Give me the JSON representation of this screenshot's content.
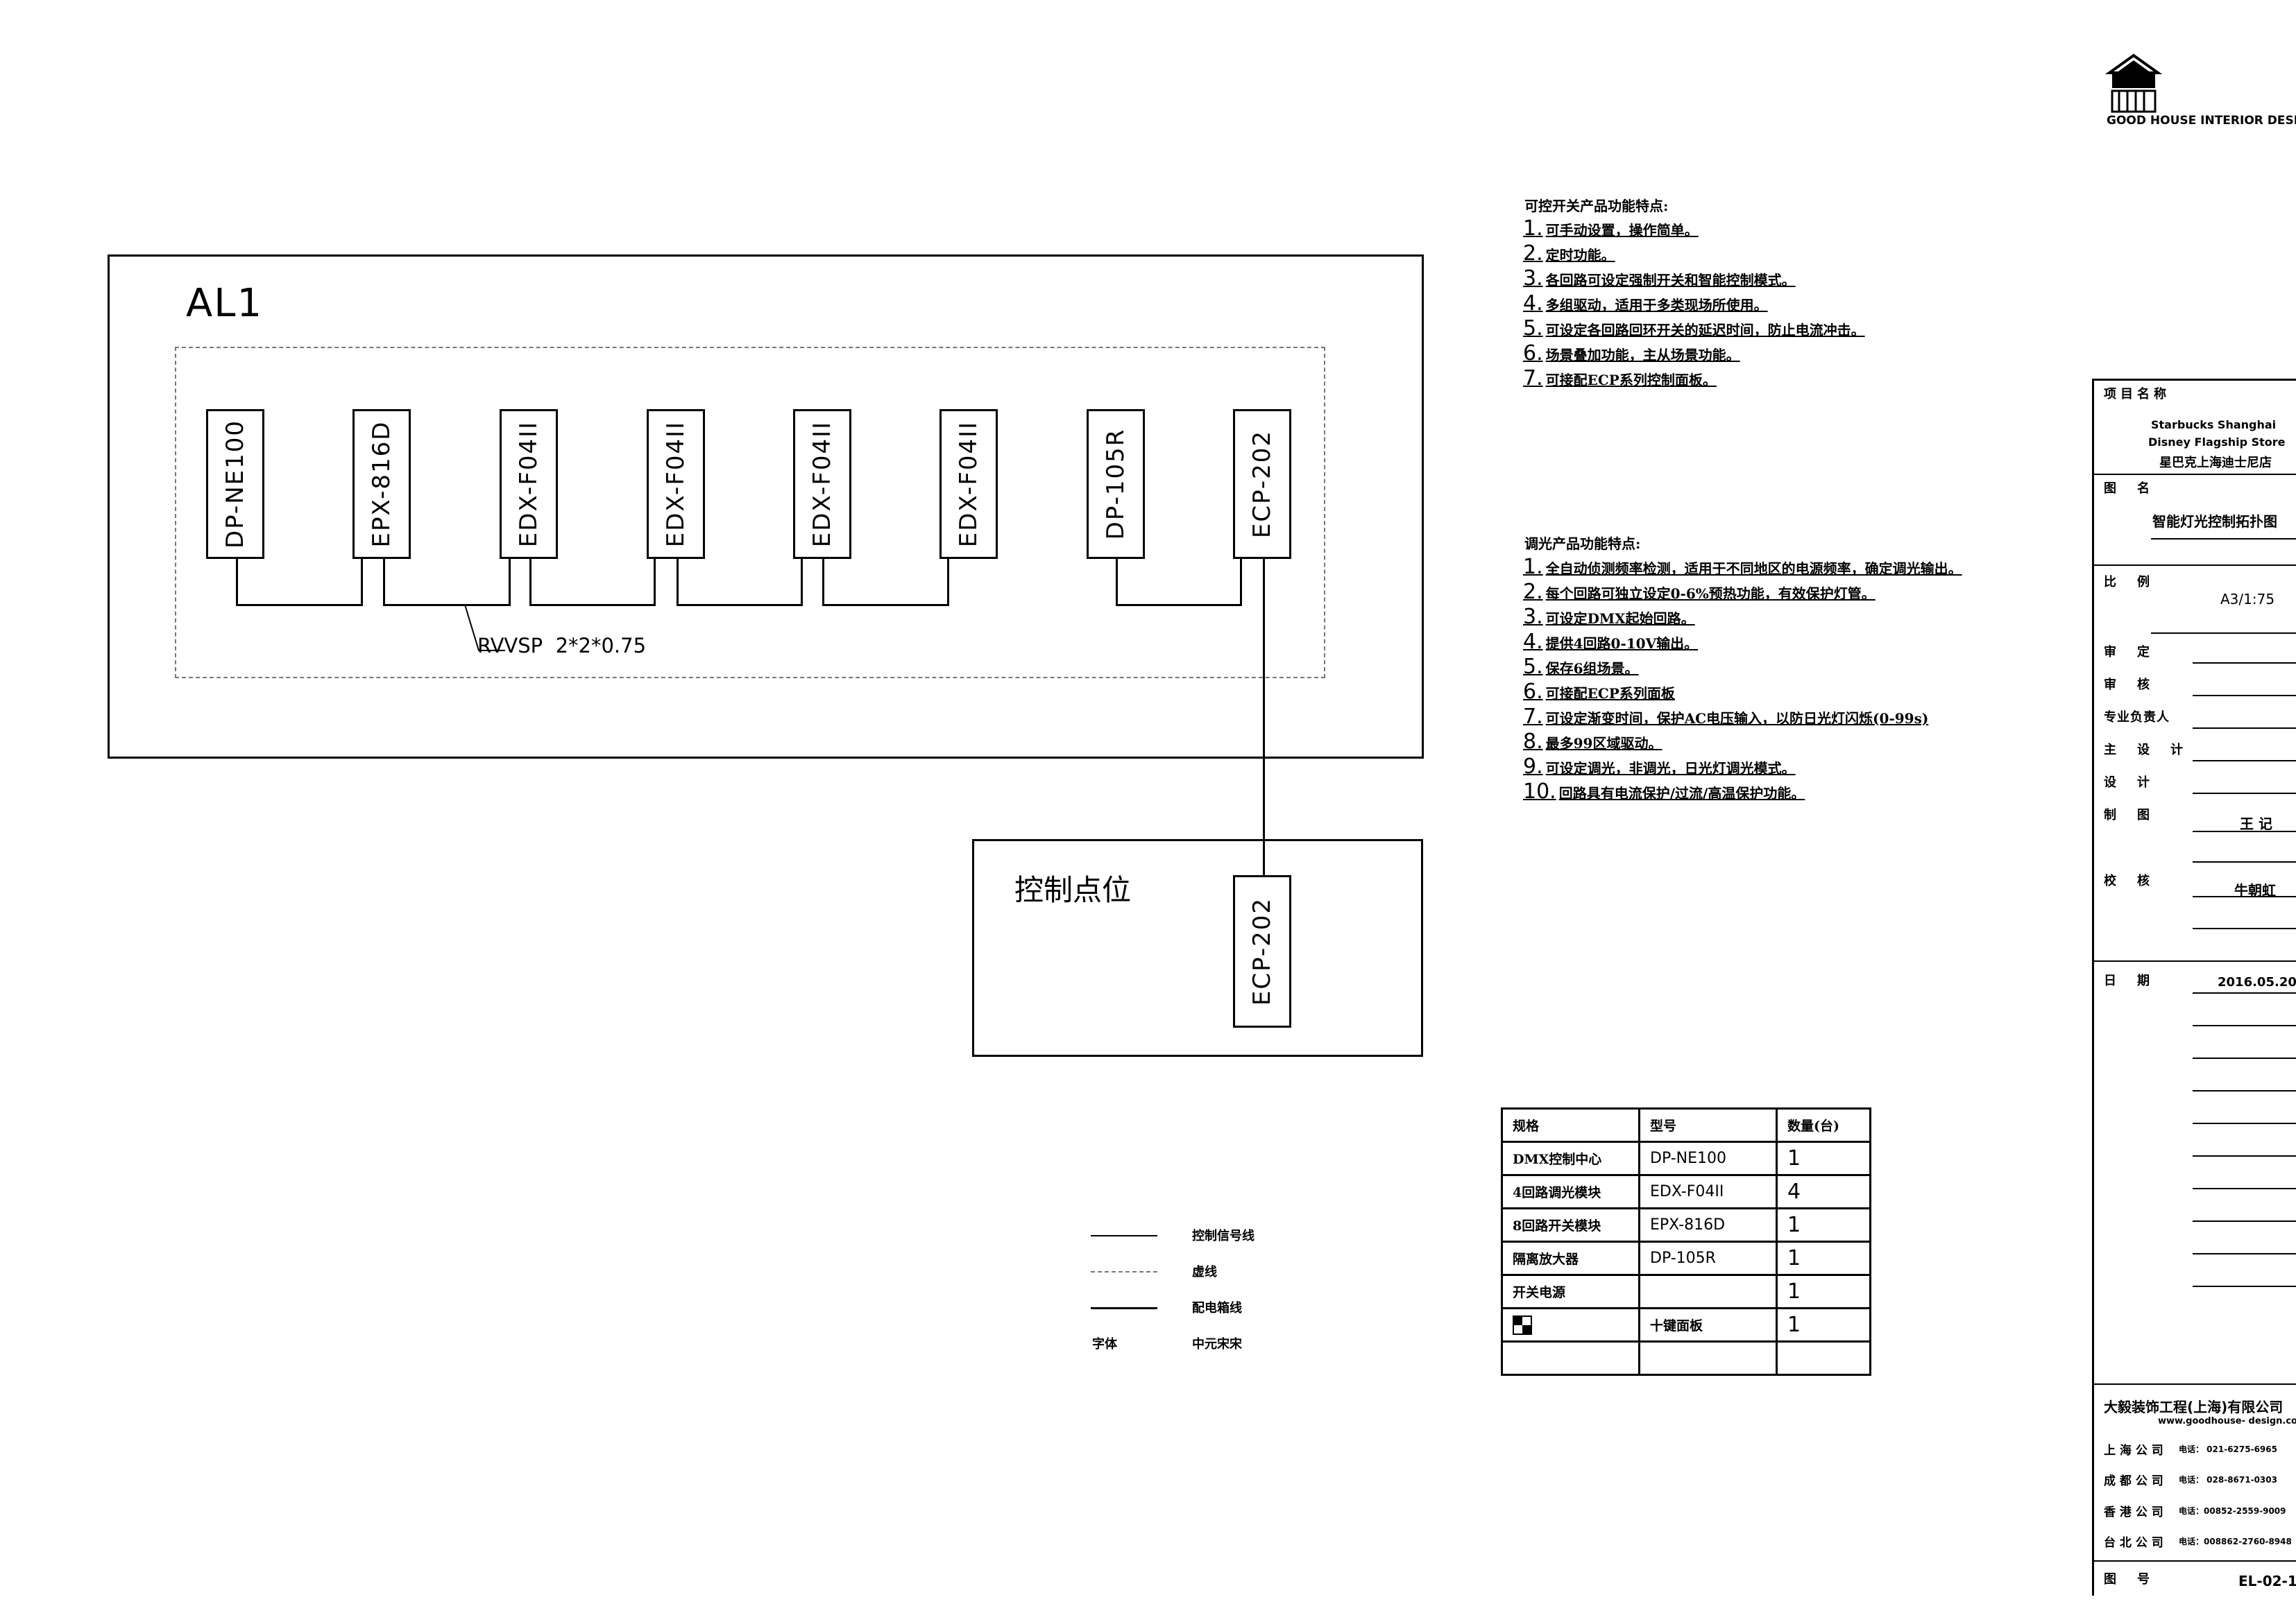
{
  "logo": {
    "mark": "GOODHOUSE",
    "caption": "GOOD HOUSE INTERIOR DESIGN"
  },
  "diagram": {
    "panel_label": "AL1",
    "modules": [
      "DP-NE100",
      "EPX-816D",
      "EDX-F04II",
      "EDX-F04II",
      "EDX-F04II",
      "EDX-F04II",
      "DP-105R",
      "ECP-202"
    ],
    "cable_label": "RVVSP  2*2*0.75",
    "control_point_label": "控制点位",
    "control_module": "ECP-202"
  },
  "switch_notes": {
    "title": "可控开关产品功能特点:",
    "items": [
      {
        "num": "1.",
        "text": "可手动设置，操作简单。"
      },
      {
        "num": "2.",
        "text": "定时功能。"
      },
      {
        "num": "3.",
        "text": "各回路可设定强制开关和智能控制模式。"
      },
      {
        "num": "4.",
        "text": "多组驱动，适用于多类现场所使用。"
      },
      {
        "num": "5.",
        "text": "可设定各回路回环开关的延迟时间，防止电流冲击。"
      },
      {
        "num": "6.",
        "text": "场景叠加功能，主从场景功能。"
      },
      {
        "num": "7.",
        "text": "可接配ECP系列控制面板。"
      }
    ]
  },
  "dimmer_notes": {
    "title": "调光产品功能特点:",
    "items": [
      {
        "num": "1.",
        "text": "全自动侦测频率检测，适用于不同地区的电源频率，确定调光输出。"
      },
      {
        "num": "2.",
        "text": "每个回路可独立设定0-6%预热功能，有效保护灯管。"
      },
      {
        "num": "3.",
        "text": "可设定DMX起始回路。"
      },
      {
        "num": "4.",
        "text": "提供4回路0-10V输出。"
      },
      {
        "num": "5.",
        "text": "保存6组场景。"
      },
      {
        "num": "6.",
        "text": "可接配ECP系列面板"
      },
      {
        "num": "7.",
        "text": "可设定渐变时间，保护AC电压输入，以防日光灯闪烁(0-99s)"
      },
      {
        "num": "8.",
        "text": "最多99区域驱动。"
      },
      {
        "num": "9.",
        "text": "可设定调光，非调光，日光灯调光模式。"
      },
      {
        "num": "10.",
        "text": "回路具有电流保护/过流/高温保护功能。"
      }
    ]
  },
  "legend": {
    "items": [
      {
        "style": "solid",
        "label": "控制信号线"
      },
      {
        "style": "dashed",
        "label": "虚线"
      },
      {
        "style": "solid",
        "label": "配电箱线"
      },
      {
        "style": "none",
        "key": "字体",
        "label": "中元宋宋"
      }
    ]
  },
  "spec_table": {
    "headers": [
      "规格",
      "型号",
      "数量(台)"
    ],
    "rows": [
      [
        "DMX控制中心",
        "DP-NE100",
        "1"
      ],
      [
        "4回路调光模块",
        "EDX-F04II",
        "4"
      ],
      [
        "8回路开关模块",
        "EPX-816D",
        "1"
      ],
      [
        "隔离放大器",
        "DP-105R",
        "1"
      ],
      [
        "开关电源",
        "",
        "1"
      ],
      [
        "",
        "十键面板",
        "1"
      ],
      [
        "",
        "",
        ""
      ]
    ]
  },
  "title_block": {
    "project_label": "项目名称",
    "project_en_1": "Starbucks Shanghai",
    "project_en_2": "Disney Flagship Store",
    "project_cn": "星巴克上海迪士尼店",
    "drawing_name_label": "图　名",
    "drawing_name": "智能灯光控制拓扑图",
    "scale_label": "比　例",
    "scale": "A3/1:75",
    "approve_label": "审　定",
    "review_label": "审　核",
    "lead_label": "专业负责人",
    "designer_label": "主　设　计",
    "design_label": "设　计",
    "drawn_label": "制　图",
    "drawn_by": "王 记",
    "check_label": "校　核",
    "checked_by": "牛朝虹",
    "date_label": "日　期",
    "date": "2016.05.20",
    "company": "大毅装饰工程(上海)有限公司",
    "website": "www.goodhouse- design.com",
    "offices": [
      {
        "name": "上 海 公 司",
        "phone": "电话：   021-6275-6965"
      },
      {
        "name": "成 都 公 司",
        "phone": "电话：   028-8671-0303"
      },
      {
        "name": "香 港 公 司",
        "phone": "电话：00852-2559-9009"
      },
      {
        "name": "台 北 公 司",
        "phone": "电话：008862-2760-8948"
      }
    ],
    "drawing_no_label": "图　号",
    "drawing_no": "EL-02-1"
  }
}
